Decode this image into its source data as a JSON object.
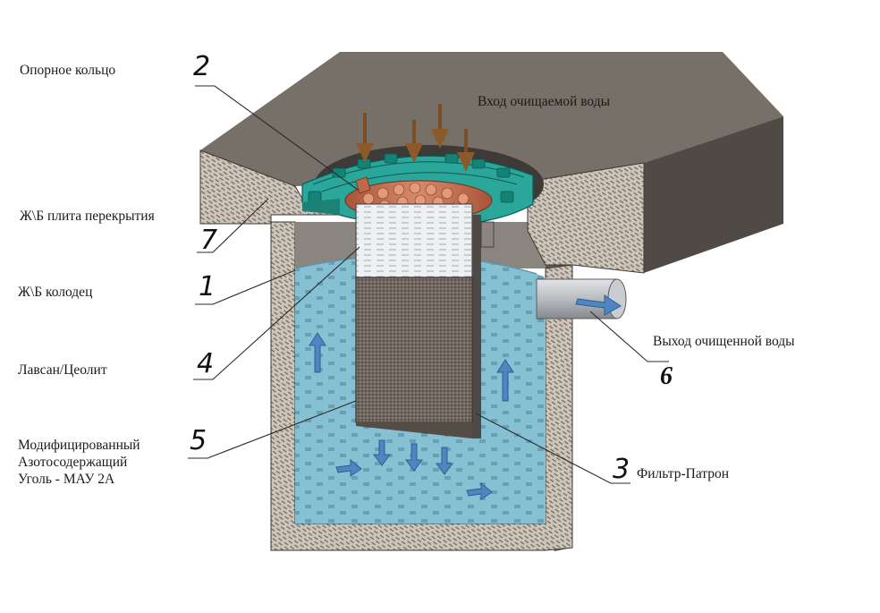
{
  "labels": {
    "support_ring": "Опорное кольцо",
    "inlet": "Вход очищаемой воды",
    "slab": "Ж\\Б плита перекрытия",
    "well": "Ж\\Б колодец",
    "lavsan": "Лавсан/Цеолит",
    "coal_line1": "Модифицированный",
    "coal_line2": "Азотосодержащий",
    "coal_line3": "Уголь - МАУ 2А",
    "outlet": "Выход очищенной воды",
    "cartridge": "Фильтр-Патрон"
  },
  "numbers": {
    "n1": "1",
    "n2": "2",
    "n3": "3",
    "n4": "4",
    "n5": "5",
    "n6": "6",
    "n7": "7"
  },
  "colors": {
    "concrete": "#7d7770",
    "concrete_dark": "#5f5a54",
    "concrete_section": "#c9c1b6",
    "water": "#8cc5d6",
    "arrow": "#4d86c0",
    "ring": "#2aa69a",
    "coal": "#6b625c",
    "lavsan": "#eceef0",
    "copper": "#c0694a"
  }
}
